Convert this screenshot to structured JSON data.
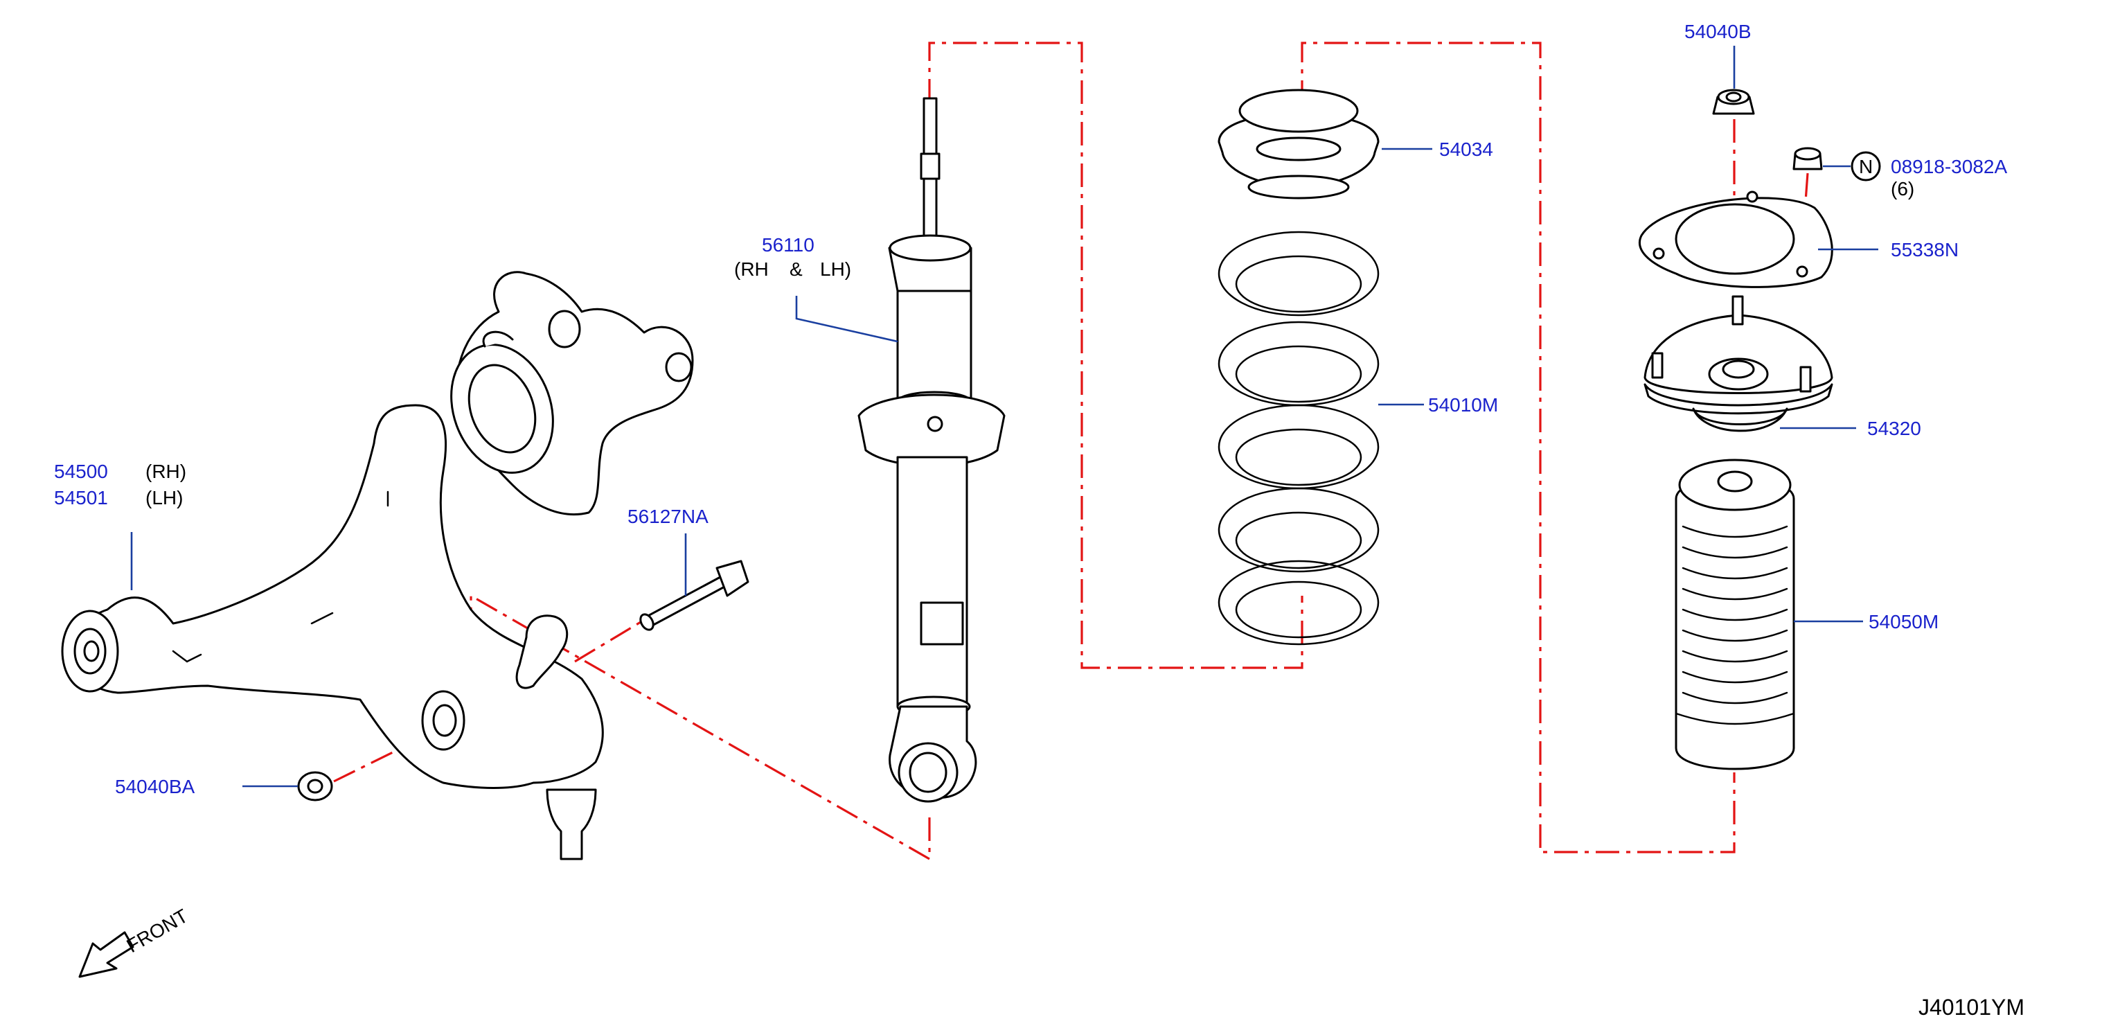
{
  "colors": {
    "callout": "#1a22cc",
    "leader": "#1a3fa0",
    "dashed_line": "#e31414",
    "drawing": "#000000"
  },
  "labels": {
    "p54040B": "54040B",
    "p08918": "08918-3082A",
    "qty08918": "(6)",
    "n_circle": "N",
    "p54034": "54034",
    "p56110": "56110",
    "rh_lh_1": "(RH",
    "amp": "&",
    "rh_lh_2": "LH)",
    "p55338N": "55338N",
    "p54010M": "54010M",
    "p54320": "54320",
    "p54500": "54500",
    "rh": "(RH)",
    "p54501": "54501",
    "lh": "(LH)",
    "p56127NA": "56127NA",
    "p54050M": "54050M",
    "p54040BA": "54040BA",
    "front": "FRONT",
    "diagram_code": "J40101YM"
  },
  "icons": {
    "front_arrow": "front-arrow-icon"
  }
}
